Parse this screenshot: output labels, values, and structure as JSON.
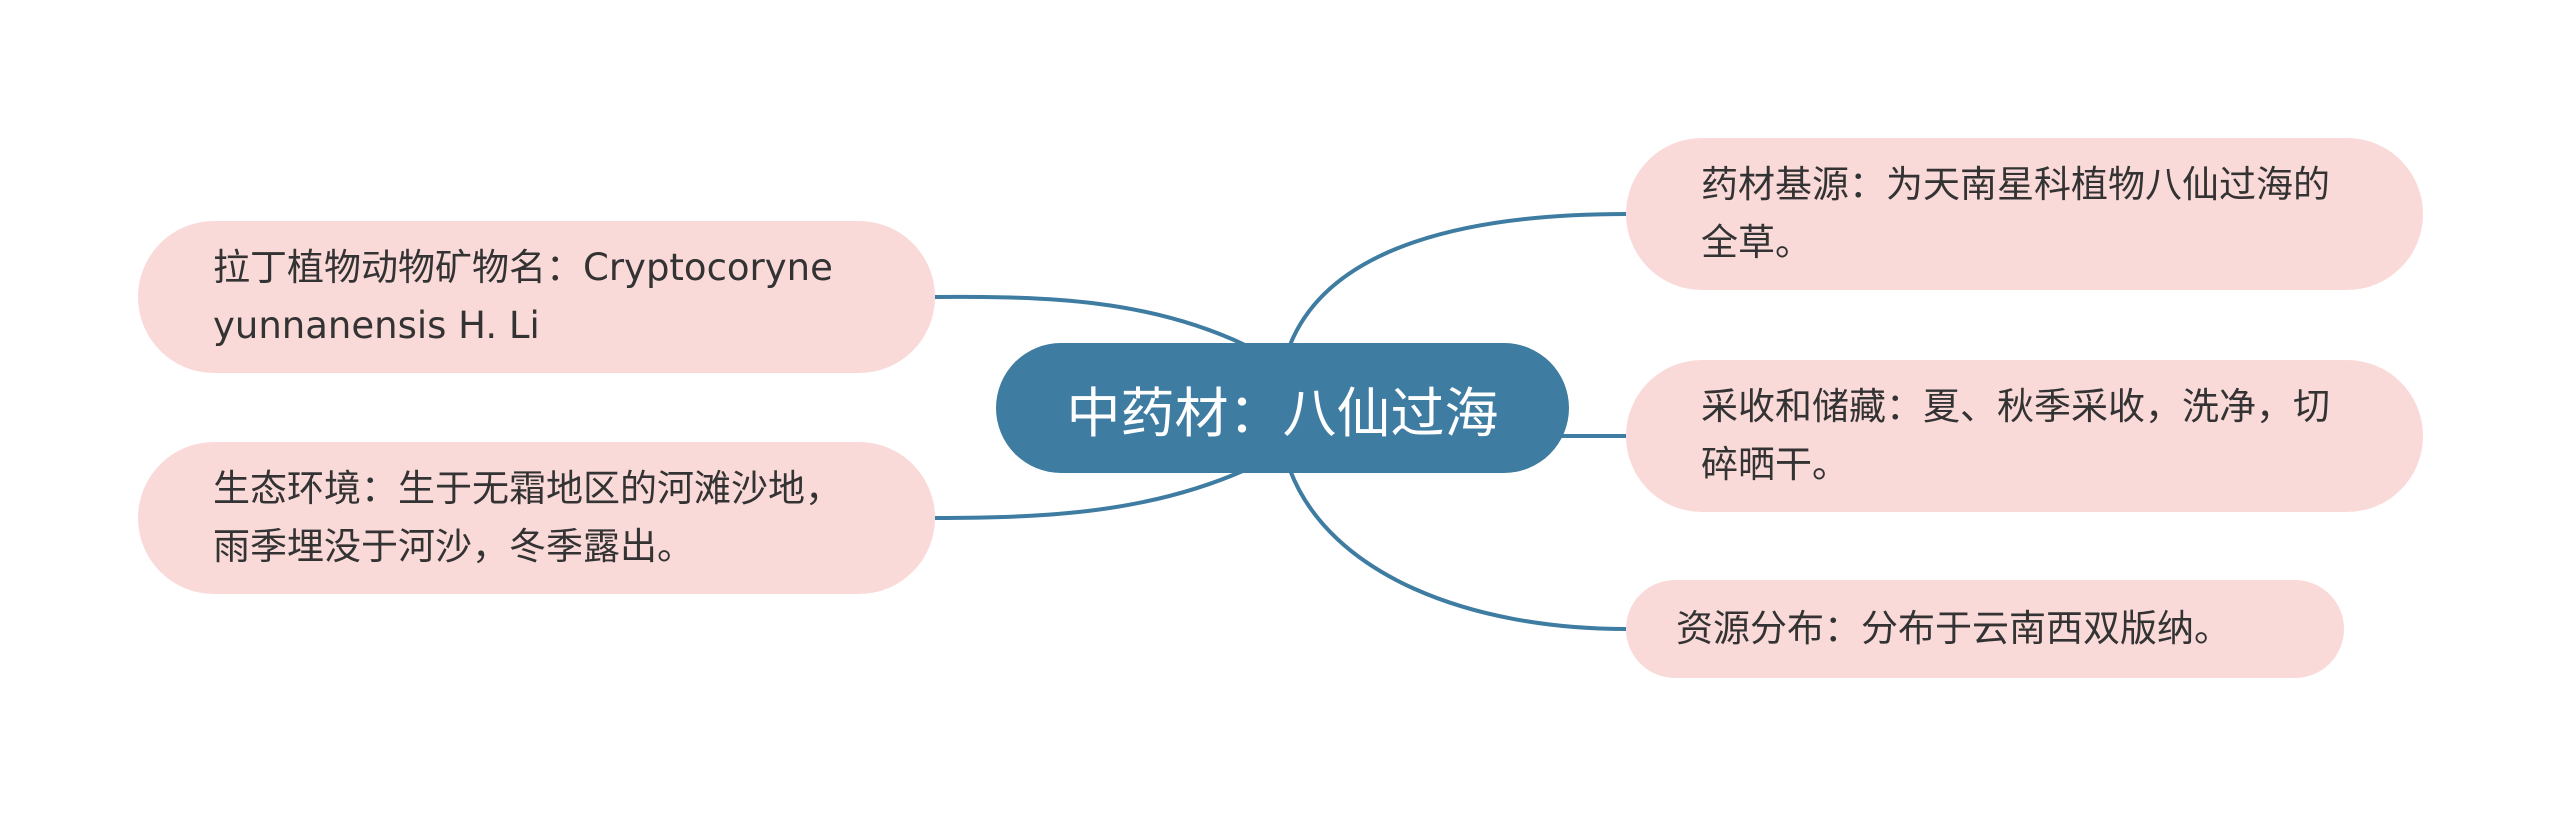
{
  "colors": {
    "central_fill": "#3f7ca1",
    "connector": "#3f7ca1",
    "leaf_fill": "#fad9d9",
    "central_text": "#ffffff",
    "leaf_text": "#333333"
  },
  "central": {
    "label": "中药材：八仙过海"
  },
  "branches": {
    "latin_name": "拉丁植物动物矿物名：Cryptocoryne yunnanensis H. Li",
    "habitat": "生态环境：生于无霜地区的河滩沙地，雨季埋没于河沙，冬季露出。",
    "source": "药材基源：为天南星科植物八仙过海的全草。",
    "harvest_storage": "采收和储藏：夏、秋季采收，洗净，切碎晒干。",
    "distribution": "资源分布：分布于云南西双版纳。"
  }
}
